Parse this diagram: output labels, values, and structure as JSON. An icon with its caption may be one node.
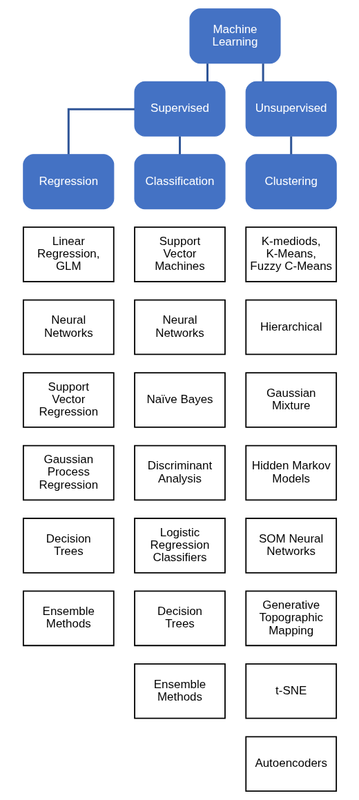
{
  "diagram": {
    "nodes": [
      {
        "text": [
          "Machine Learning"
        ]
      },
      {
        "text": [
          "Supervised"
        ]
      },
      {
        "text": [
          "Unsupervised"
        ]
      },
      {
        "text": [
          "Regression"
        ]
      },
      {
        "text": [
          "Classification"
        ]
      },
      {
        "text": [
          "Clustering"
        ]
      },
      {
        "text": [
          "Linear Regression, GLM"
        ]
      },
      {
        "text": [
          "Neural Networks"
        ]
      },
      {
        "text": [
          "Support Vector Regression"
        ]
      },
      {
        "text": [
          "Gaussian Process Regression"
        ]
      },
      {
        "text": [
          "Decision Trees"
        ]
      },
      {
        "text": [
          "Ensemble Methods"
        ]
      },
      {
        "text": [
          "Support Vector Machines"
        ]
      },
      {
        "text": [
          "Neural Networks"
        ]
      },
      {
        "text": [
          "Naïve Bayes"
        ]
      },
      {
        "text": [
          "Discriminant Analysis"
        ]
      },
      {
        "text": [
          "Logistic Regression Classifiers"
        ]
      },
      {
        "text": [
          "Decision Trees"
        ]
      },
      {
        "text": [
          "Ensemble Methods"
        ]
      },
      {
        "text": [
          "K-mediods, K-Means, Fuzzy C-Means"
        ]
      },
      {
        "text": [
          "Hierarchical"
        ]
      },
      {
        "text": [
          "Gaussian Mixture"
        ]
      },
      {
        "text": [
          "Hidden Markov Models"
        ]
      },
      {
        "text": [
          "SOM Neural Networks"
        ]
      },
      {
        "text": [
          "Generative Topographic Mapping"
        ]
      },
      {
        "text": [
          "t-SNE"
        ]
      },
      {
        "text": [
          "Autoencoders"
        ]
      }
    ],
    "edges": [
      {
        "from": 0,
        "to": 1,
        "arrow": "none"
      },
      {
        "from": 0,
        "to": 2,
        "arrow": "none"
      },
      {
        "from": 1,
        "to": 3,
        "arrow": "none"
      },
      {
        "from": 1,
        "to": 4,
        "arrow": "none"
      },
      {
        "from": 2,
        "to": 5,
        "arrow": "none"
      }
    ]
  }
}
